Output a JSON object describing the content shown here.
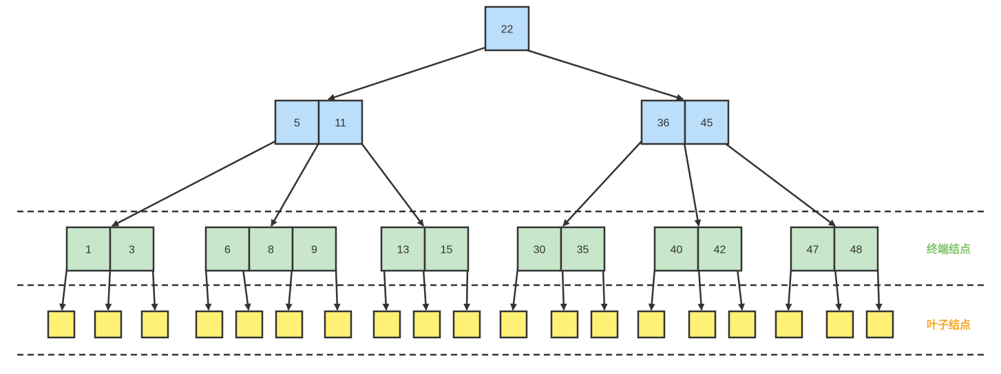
{
  "colors": {
    "internal_fill": "#bbdefb",
    "terminal_fill": "#c8e6c9",
    "leaf_fill": "#fff176",
    "stroke": "#333333",
    "terminal_label": "#82c46c",
    "leaf_label": "#f5a623"
  },
  "labels": {
    "terminal": "终端结点",
    "leaf": "叶子结点"
  },
  "tree": {
    "root": {
      "keys": [
        "22"
      ]
    },
    "internal": [
      {
        "keys": [
          "5",
          "11"
        ]
      },
      {
        "keys": [
          "36",
          "45"
        ]
      }
    ],
    "terminal": [
      {
        "keys": [
          "1",
          "3"
        ]
      },
      {
        "keys": [
          "6",
          "8",
          "9"
        ]
      },
      {
        "keys": [
          "13",
          "15"
        ]
      },
      {
        "keys": [
          "30",
          "35"
        ]
      },
      {
        "keys": [
          "40",
          "42"
        ]
      },
      {
        "keys": [
          "47",
          "48"
        ]
      }
    ],
    "leaf_count": 19
  }
}
